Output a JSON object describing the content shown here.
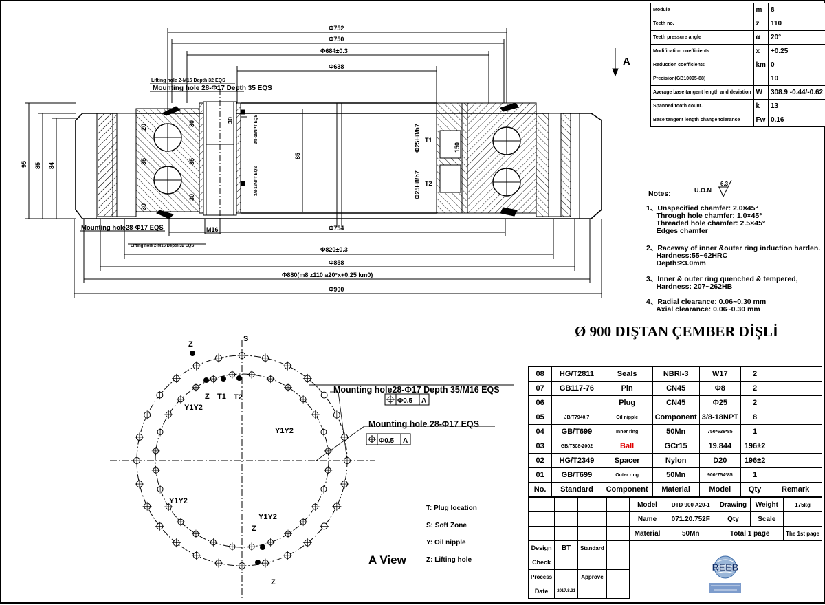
{
  "top_dims": {
    "d752": "Φ752",
    "d750": "Φ750",
    "d684": "Φ684±0.3",
    "d638": "Φ638",
    "d754": "Φ754",
    "d820": "Φ820±0.3",
    "d858": "Φ858",
    "d880": "Φ880(m8  z110  a20°x+0.25  km0)",
    "d900": "Φ900",
    "h95": "95",
    "h85a": "85",
    "h84": "84",
    "h85b": "85",
    "h150": "150",
    "d25a": "Φ25H8/h7",
    "d25b": "Φ25H8/h7",
    "t1": "T1",
    "t2": "T2",
    "m16": "M16",
    "v20a": "20",
    "v35a": "35",
    "v30a": "30",
    "v30b": "30",
    "v35b": "35",
    "v30c": "30",
    "v30d": "30",
    "npt1": "3/8-18NPT EQS",
    "npt2": "3/8-18NPT EQS",
    "lift_top": "Lifting hole 2-M16 Depth 32 EQS",
    "mount_top": "Mounting hole 28-Φ17 Depth 35 EQS",
    "mount_bot": "Mounting hole28-Φ17 EQS",
    "lift_bot": "Lifting hole 2-M16 Depth 32 EQS",
    "view_letter": "A"
  },
  "spec": [
    {
      "p": "Module",
      "s": "m",
      "v": "8"
    },
    {
      "p": "Teeth no.",
      "s": "z",
      "v": "110"
    },
    {
      "p": "Teeth pressure angle",
      "s": "α",
      "v": "20°"
    },
    {
      "p": "Modification coefficients",
      "s": "x",
      "v": "+0.25"
    },
    {
      "p": "Reduction coefficients",
      "s": "km",
      "v": "0"
    },
    {
      "p": "Precision(GB10095-88)",
      "s": "",
      "v": "10"
    },
    {
      "p": "Average base tangent length and deviation",
      "s": "W",
      "v": "308.9 -0.44/-0.62"
    },
    {
      "p": "Spanned tooth count.",
      "s": "k",
      "v": "13"
    },
    {
      "p": "Base tangent length change tolerance",
      "s": "Fw",
      "v": "0.16"
    }
  ],
  "notes": {
    "header": "Notes:",
    "uon": "U.O.N",
    "rough": "6.3",
    "n1": "1、Unspecified chamfer: 2.0×45°\n     Through hole chamfer: 1.0×45°\n     Threaded hole chamfer: 2.5×45°\n     Edges chamfer",
    "n2": "2、Raceway of inner &outer ring induction harden.\n     Hardness:55~62HRC\n     Depth:≥3.0mm",
    "n3": "3、Inner & outer ring quenched & tempered,\n     Hardness: 207~262HB",
    "n4": "4、Radial clearance: 0.06~0.30 mm\n     Axial clearance: 0.06~0.30 mm"
  },
  "title": "Ø  900  DIŞTAN ÇEMBER DİŞLİ",
  "view": {
    "mount_a": "Mounting hole28-Φ17 Depth 35/M16 EQS",
    "mount_b": "Mounting hole 28-Φ17 EQS",
    "tol_a": "Φ0.5",
    "tol_b": "Φ0.5",
    "datum": "A",
    "view_label": "A  View",
    "z1": "Z",
    "s1": "S",
    "z2": "Z",
    "t1": "T1",
    "t2": "T2",
    "y1": "Y1Y2",
    "y2": "Y1Y2",
    "y3": "Y1Y2",
    "y4": "Y1Y2",
    "z3": "Z",
    "z4": "Z",
    "legend": [
      "T: Plug location",
      "S: Soft Zone",
      "Y: Oil nipple",
      "Z: Lifting hole"
    ]
  },
  "bom": [
    [
      "08",
      "HG/T2811",
      "Seals",
      "NBRI-3",
      "W17",
      "2",
      ""
    ],
    [
      "07",
      "GB117-76",
      "Pin",
      "CN45",
      "Φ8",
      "2",
      ""
    ],
    [
      "06",
      "",
      "Plug",
      "CN45",
      "Φ25",
      "2",
      ""
    ],
    [
      "05",
      "JB/T7940.7",
      "Oil nipple",
      "Component",
      "3/8-18NPT",
      "8",
      ""
    ],
    [
      "04",
      "GB/T699",
      "Inner ring",
      "50Mn",
      "750*638*85",
      "1",
      ""
    ],
    [
      "03",
      "GB/T308-2002",
      "Ball",
      "GCr15",
      "19.844",
      "196±2",
      ""
    ],
    [
      "02",
      "HG/T2349",
      "Spacer",
      "Nylon",
      "D20",
      "196±2",
      ""
    ],
    [
      "01",
      "GB/T699",
      "Outer ring",
      "50Mn",
      "900*754*85",
      "1",
      ""
    ],
    [
      "No.",
      "Standard",
      "Component",
      "Material",
      "Model",
      "Qty",
      "Remark"
    ]
  ],
  "titleblock": {
    "model_l": "Model",
    "model_v": "DTD 900 A20-1",
    "drawing_l": "Drawing",
    "weight_l": "Weight",
    "weight_v": "175kg",
    "name_l": "Name",
    "name_v": "071.20.752F",
    "qty_l": "Qty",
    "scale_l": "Scale",
    "material_l": "Material",
    "material_v": "50Mn",
    "total": "Total 1 page",
    "first": "The 1st page",
    "design_l": "Design",
    "design_v": "BT",
    "standard_l": "Standard",
    "check_l": "Check",
    "process_l": "Process",
    "approve_l": "Approve",
    "date_l": "Date",
    "date_v": "2017.8.31"
  },
  "logo": {
    "text": "REEB"
  }
}
